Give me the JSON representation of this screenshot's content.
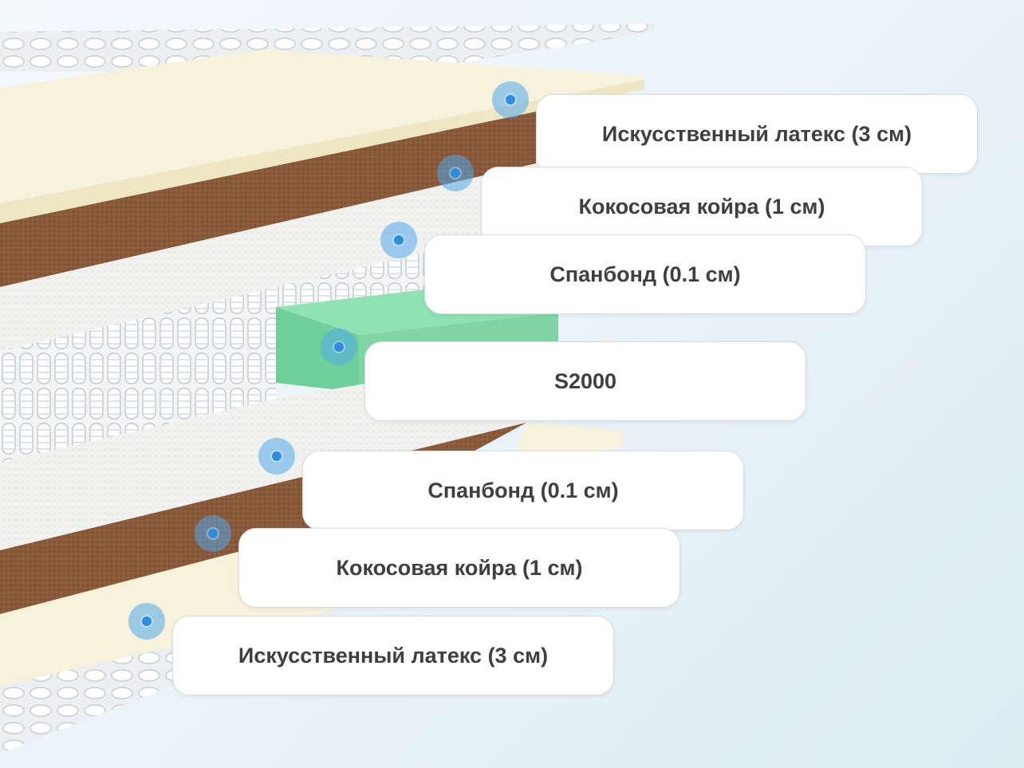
{
  "layers": [
    {
      "label": "Искусственный латекс (3 см)",
      "type": "latex"
    },
    {
      "label": "Кокосовая койра (1 см)",
      "type": "coir"
    },
    {
      "label": "Спанбонд (0.1 см)",
      "type": "spunbond"
    },
    {
      "label": "S2000",
      "type": "springs"
    },
    {
      "label": "Спанбонд (0.1 см)",
      "type": "spunbond"
    },
    {
      "label": "Кокосовая койра (1 см)",
      "type": "coir"
    },
    {
      "label": "Искусственный латекс (3 см)",
      "type": "latex"
    }
  ],
  "colors": {
    "latex": "#f7f2dc",
    "coir": "#8a5a3a",
    "spunbond": "#ededeb",
    "foam_block": "#7fd6a4",
    "hotspot": "#2f8de0",
    "cover": "#e6e9ec"
  },
  "icons": {
    "hotspot": "layer-hotspot-icon"
  }
}
